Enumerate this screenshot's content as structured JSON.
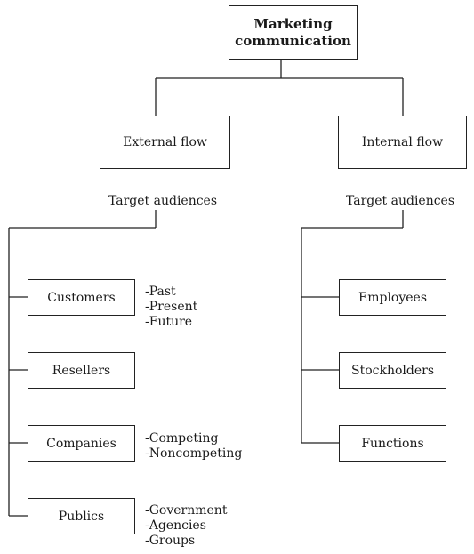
{
  "root": {
    "line1": "Marketing",
    "line2": "communication"
  },
  "external": {
    "title": "External flow",
    "audience_label": "Target audiences",
    "items": [
      {
        "label": "Customers",
        "subitems": [
          "-Past",
          "-Present",
          "-Future"
        ]
      },
      {
        "label": "Resellers",
        "subitems": []
      },
      {
        "label": "Companies",
        "subitems": [
          "-Competing",
          "-Noncompeting"
        ]
      },
      {
        "label": "Publics",
        "subitems": [
          "-Government",
          "-Agencies",
          "-Groups"
        ]
      }
    ]
  },
  "internal": {
    "title": "Internal flow",
    "audience_label": "Target audiences",
    "items": [
      {
        "label": "Employees"
      },
      {
        "label": "Stockholders"
      },
      {
        "label": "Functions"
      }
    ]
  }
}
